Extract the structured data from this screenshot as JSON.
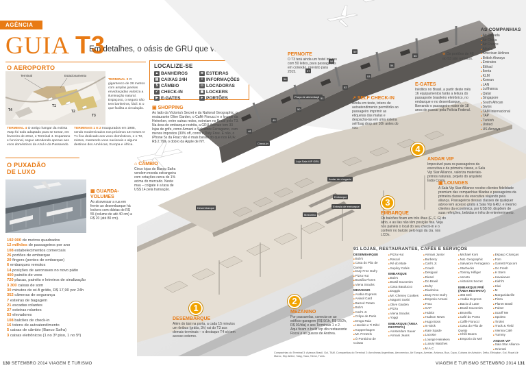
{
  "header": {
    "section_tag": "AGÊNCIA",
    "title_guia": "GUIA",
    "title_t3": "T3",
    "subtitle": "Em detalhes, o oásis de GRU que vale a viagem"
  },
  "aeroporto": {
    "heading": "O AEROPORTO",
    "map_labels": [
      "Terminal",
      "Estacionamento",
      "T4",
      "T1",
      "T2",
      "T3"
    ],
    "t3_title": "TERMINAL 3",
    "t3_text": "O gigantesco de 28 metros com amplas janelas envidraçadas valoriza a iluminação natural. Espaçoso, o seguro não tem banheiros, fácil. E o que facilita a circulação.",
    "t4_title": "TERMINAL 4",
    "t4_text": "O antigo hangar da extinta Vasp foi todo adaptado para se tornar, em fevereiro de 2012, o Terminal 4. Espartano e funcional, segue atendendo apenas aos voos domésticos da Azul e da Passaredo.",
    "t12_title": "TERMINAIS 1 E 2",
    "t12_text": "Inaugurados em 1985, sendo modernizados nos próximos 18 meses O T1 fica dedicado aos voos domésticos, e o T2, mistos, mantendo voos nacionais e alguns destinos dos Américas, Europa e África."
  },
  "localize": {
    "heading": "LOCALIZE-SE",
    "items_left": [
      "BANHEIROS",
      "CAIXAS 24H",
      "CÂMBIO",
      "CHECK-IN",
      "E-GATES"
    ],
    "items_right": [
      "ESTEIRAS",
      "INFORMAÇÕES",
      "LOCADORAS",
      "LOCKERS",
      "PORTÕES"
    ]
  },
  "shopping": {
    "heading": "SHOPPING",
    "text": "Ao lado da Victoria's Secret e da National Geographic, o restaurante Olive Garden, o Caffè Fiorucci e o lounge da Heineken, entre outras redes, estreiam no Brasil pelo T3. Na área de embarque restrita, a GRU Avenue tem 33 lojas de grife, como Armani e Salvatore Ferragamo, com menos impostos (30% off, como o Duty Free. E não, o iPhone 5s da Fnac não é mais barato do que nos EUA: R$ 2.799, o dobro da Apple de NY."
  },
  "cambio": {
    "heading": "CÂMBIO",
    "text": "Cinco lojas do Banco Safra vendem moeda estrangeira com cotações cerca de 1% acima do mercado. Neste mau – colgate é a taxa de US$ 14 pela transação."
  },
  "guarda": {
    "heading": "GUARDA-VOLUMES",
    "text": "Ao atravessar a rua em frente ao desembarque há lockers com diárias de R$ 55 (volume de até 40 cm) a R$ 20 (até 80 cm)."
  },
  "puxadao": {
    "heading": "O PUXADÃO DE LUXO"
  },
  "stats": [
    {
      "num": "192 000",
      "text": "de metros quadrados"
    },
    {
      "num": "12 milhões",
      "text": "de passageiros por ano"
    },
    {
      "num": "108",
      "text": "estabelecimentos comerciais"
    },
    {
      "num": "26",
      "text": "portões de embarque"
    },
    {
      "num": "20",
      "text": "fingers (pontes de embarque)"
    },
    {
      "num": "6",
      "text": "embarques remotos"
    },
    {
      "num": "14",
      "text": "posições de aeronaves no novo pátio"
    },
    {
      "num": "400",
      "text": "painéis de voos"
    },
    {
      "num": "720",
      "text": "placas, painéis e letreiros de sinalização"
    },
    {
      "num": "3 300",
      "text": "caixas de som"
    },
    {
      "num": "30",
      "text": "minutos de wi-fi grátis, R$ 17,90 por 24h"
    },
    {
      "num": "352",
      "text": "câmeras de segurança"
    },
    {
      "num": "7",
      "text": "esteiras de bagagem"
    },
    {
      "num": "21",
      "text": "escadas rolantes"
    },
    {
      "num": "27",
      "text": "esteiras rolantes"
    },
    {
      "num": "53",
      "text": "elevadores"
    },
    {
      "num": "108",
      "text": "balcões de check-in"
    },
    {
      "num": "16",
      "text": "totens de autoatendimento"
    },
    {
      "num": "5",
      "text": "caixas de câmbio (Banco Safra)"
    },
    {
      "num": "3",
      "text": "caixas eletrônicos (1 no 3º piso, 1 no 5º)"
    }
  ],
  "callouts": {
    "pernoite": {
      "title": "PERNOITE",
      "text": "O T3 terá ainda um hotel interno com 50 leitos, para passageiros em conexão, previsto para 2015."
    },
    "portoes": {
      "text": "Os portões de 48 ao 53 são remotos."
    },
    "self_checkin": {
      "title": "SELF CHECK-IN",
      "text": "Ainda em teste, totens de autoatendimento permitirão ao passageiro imprimir as etiquetas das malas e despachá-las em uma esteira self bag drop até 10h antes do voo."
    },
    "egates": {
      "title": "E-GATES",
      "text": "Inéditos no Brasil, a partir deste mês 16 equipamentos farão a leitura do passaporte brasileiro eletrônico, no embarque e no desembarque, liberando o passageiro maior de 18 anos de passar pela Polícia Federal."
    },
    "andar_vip": {
      "num": "4",
      "title": "ANDAR VIP",
      "text": "Impecável para os passageiros da executiva e da primeira classe, a Sala Vip Star Alliance, valoriza materiais-primos naturais, projeto do arquiteto Índio Costa."
    },
    "lounges": {
      "title": "LOUNGES",
      "text": "A Sala Vip Star Alliance recebe clientes fidelidade premium das companhias filiadas e passageiros da primeira classe e da executiva viajando pela aliança. Passageiros dessas classes de qualquer advoo tem acesso grátis à Sala Vip GRU, e mesmo clientes da econômica, por US$ 60, dispõem de suas refeições, bebidas e infra de entretenimento."
    },
    "embarque": {
      "num": "3",
      "title": "EMBARQUE",
      "text": "Os balcões ficam em três ilhas (E, F, G) do átrio, e as ilas não têm posição fixa. Veja nos painéis o local do seu check-in e o conferir no balcão pelo logo da cia. nos LCDs."
    },
    "mezanino": {
      "num": "2",
      "title": "MEZANINO",
      "text": "Por passarelas, conecta-se ao edifício-garagem (R$ 9/1h, R$ 10/2h, R$ 30/dia) e aos Terminais 1 e 2. Aqui ficam o build top dlo restaurante Fiscal e as guaras de Andrea."
    },
    "desembarque": {
      "num": "1",
      "title": "DESEMBARQUE",
      "text": "Além do táxi na porta, a cada 15 minutos um ônibus (grátis, 3h) vai do T3 aos demais terminais – o destaque T4 só tem acesso externo."
    }
  },
  "companhias": {
    "heading": "AS COMPANHIAS",
    "items": [
      "Air Canada",
      "Air China",
      "Air France",
      "Alitalia",
      "American Airlines",
      "British Airways",
      "Emirates",
      "Etihad",
      "Iberia",
      "KLM",
      "Korean",
      "LAN",
      "Lufthansa",
      "Qatar",
      "Singapore",
      "South African",
      "Swiss",
      "TAM Internacional",
      "TAP",
      "Turkish",
      "United",
      "US Airways"
    ]
  },
  "lojas": {
    "heading": "91 LOJAS, RESTAURANTES, CAFÉS E SERVIÇOS",
    "columns": [
      {
        "sections": [
          {
            "h": "DESEMBARQUE",
            "items": [
              "Bob's",
              "Casa do Pão de Queijo",
              "Duty Free Dufry",
              "Pizza Hut",
              "Brasília Flores",
              "Viena Snacks"
            ]
          },
          {
            "h": "MEZANINO",
            "items": [
              "Arabia Express",
              "Aviasil Card",
              "Barred Potato",
              "Bob's",
              "Carl's Jr.",
              "Crêpe de Paris",
              "Droga Raia",
              "Haroldo e Ti Rifel",
              "Koppenhagen",
              "Mr. Pretzels",
              "Ó Ponticino de Coisas"
            ]
          }
        ]
      },
      {
        "sections": [
          {
            "h": "",
            "items": [
              "Pizza Hut",
              "Rascal",
              "Ré do Mate",
              "Suplicy Cafés"
            ]
          },
          {
            "h": "EMBARQUE",
            "items": [
              "Bob's",
              "Brasil Souvenirs",
              "Casa Bauducco",
              "Doggis",
              "Mr. Cheney Cookies",
              "Nagumi Sushi",
              "Olive Garden",
              "Pizza",
              "Viena Snacks",
              "Yoggi"
            ]
          },
          {
            "h": "EMBARQUE (ÁREA RESTRITA)",
            "items": [
              "Amsterdam Sauer",
              "Armani Jeans"
            ]
          }
        ]
      },
      {
        "sections": [
          {
            "h": "",
            "items": [
              "Armani Junior",
              "Burberry",
              "Carl's Jr.",
              "Coach",
              "Desigual",
              "Diesel",
              "Do Brasil",
              "Dufry",
              "Diadorina",
              "Duty Free Dufry",
              "Emporio Armani",
              "Fnac",
              "GAP",
              "Hublot",
              "Hudson News",
              "Hugo Boss",
              "In-Stick",
              "Kate Spade",
              "Lacoste",
              "Lounge Heineken",
              "Luxury Watches",
              "M.A.C"
            ]
          }
        ]
      },
      {
        "sections": [
          {
            "h": "",
            "items": [
              "Michael Kors",
              "Nat. Geographic",
              "Salvatore Ferragamo",
              "Starbucks",
              "Tommy Hilfiger",
              "Vennto",
              "Victoria's Secret"
            ]
          },
          {
            "h": "EMBARQUE PRÉ (ÁREA RESTRITA)",
            "items": [
              "365 Deli",
              "Arabia Express",
              "Bacio di Latte",
              "Brasil Souvenirs",
              "Brunella",
              "Café do Ponto",
              "Caffè Fiorucci",
              "Casa do Pão de Queijo",
              "Chilli Beans",
              "Emporio do Mel"
            ]
          }
        ]
      },
      {
        "sections": [
          {
            "h": "",
            "items": [
              "Espaço Crianças",
              "Fom",
              "Garrett Popcorn",
              "Go Fresh",
              "H Stern",
              "Havaianas",
              "Kiehl's",
              "Kiwi",
              "M",
              "Margaridaville",
              "Pizza",
              "Planet Brasil",
              "Pulser",
              "Scarff Me",
              "Spoleto",
              "Tirolez",
              "Track & Field",
              "Vienna Café",
              "Yummy"
            ]
          },
          {
            "h": "ANDAR VIP",
            "items": [
              "Sala Star Alliance",
              "Oriental"
            ]
          }
        ]
      }
    ],
    "footnote": "Companhias do Terminal 3: Avianca Brasil, Gol, TAM. Companhias do Terminal 2: Aerolineas Argentinas, Aeromexico, Air Europa, Azeriae, Avianca, Boa, Copa, Cubana de Aviación, Delta, Ethiopian, Gol, Royal Air Maroc, Sky Airline, Taag, Taca, TACA, Tunis."
  },
  "footer": {
    "left_page": "130",
    "left_text": "SETEMBRO 2014  VIAGEM E TURISMO",
    "right_page": "131",
    "right_text": "VIAGEM E TURISMO  SETEMBRO 2014"
  },
  "scene_labels": [
    "Loja Sala VIP GRU",
    "Embarque",
    "Praça de alimentação",
    "Andar de chegada",
    "Entrada de embarque",
    "Desembarque",
    "Check-in",
    "Mezanino"
  ],
  "gate_numbers": [
    "48",
    "49",
    "50",
    "51",
    "52",
    "53",
    "54",
    "55",
    "56",
    "57",
    "58",
    "59"
  ],
  "colors": {
    "accent": "#e87a14",
    "yellow": "#f2a400",
    "floor": "#e9e2d6",
    "structure": "#8e8a86"
  }
}
